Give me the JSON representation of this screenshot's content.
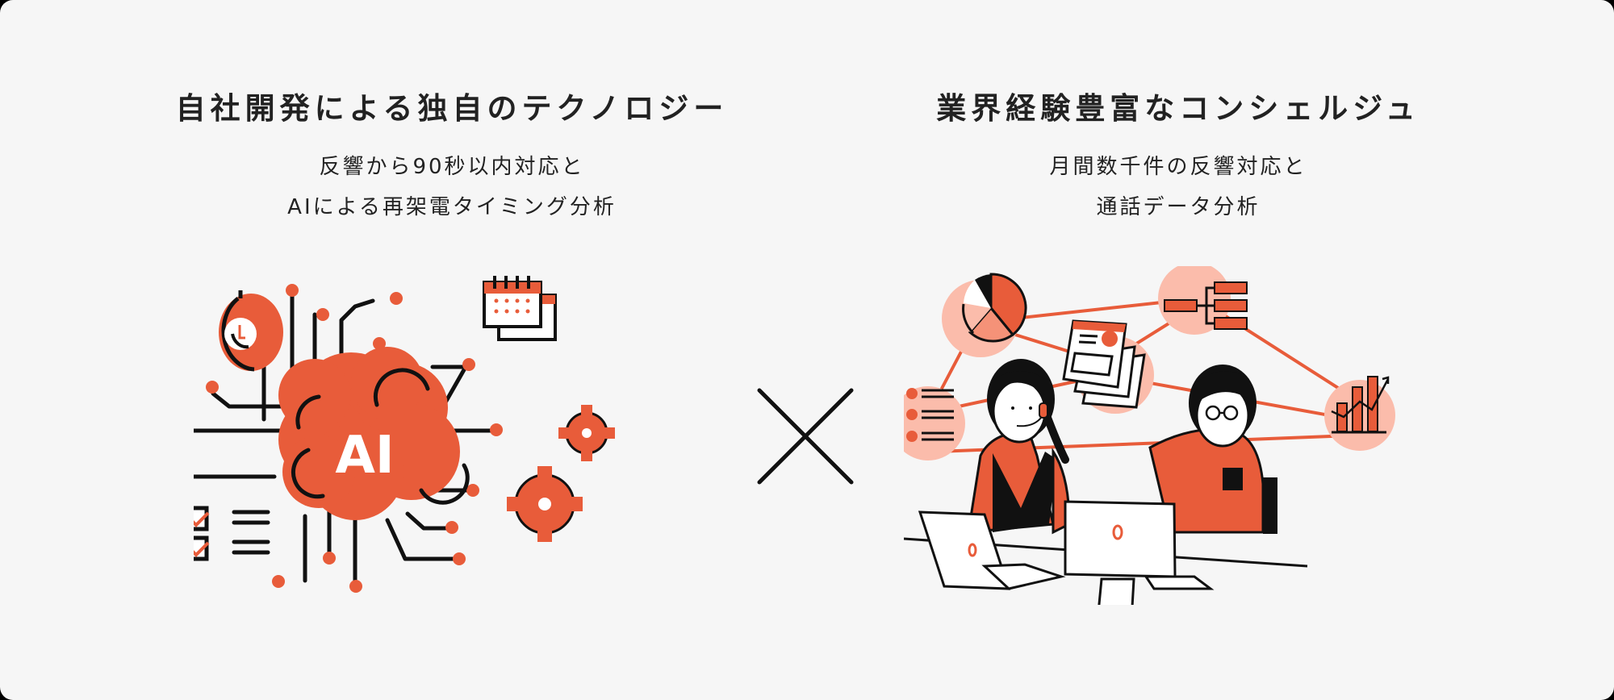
{
  "left_section": {
    "title": "自社開発による独自のテクノロジー",
    "subtitle_line1": "反響から90秒以内対応と",
    "subtitle_line2": "AIによる再架電タイミング分析",
    "illustration": {
      "label": "AI",
      "icons": [
        "stopwatch-icon",
        "calendar-icon",
        "gear-icon",
        "gear-icon",
        "checklist-icon",
        "circuit-nodes"
      ]
    }
  },
  "divider_symbol": "×",
  "right_section": {
    "title": "業界経験豊富なコンシェルジュ",
    "subtitle_line1": "月間数千件の反響対応と",
    "subtitle_line2": "通話データ分析",
    "illustration": {
      "icons": [
        "pie-chart-icon",
        "document-icon",
        "org-chart-icon",
        "list-icon",
        "bar-chart-icon",
        "operator-with-headset",
        "person-with-glasses",
        "laptop",
        "desktop-monitor"
      ]
    }
  },
  "colors": {
    "background": "#f6f6f6",
    "accent": "#e85c3a",
    "accent_light": "#fbbcab",
    "accent_mid": "#f59278",
    "text": "#222222",
    "line": "#111111"
  }
}
